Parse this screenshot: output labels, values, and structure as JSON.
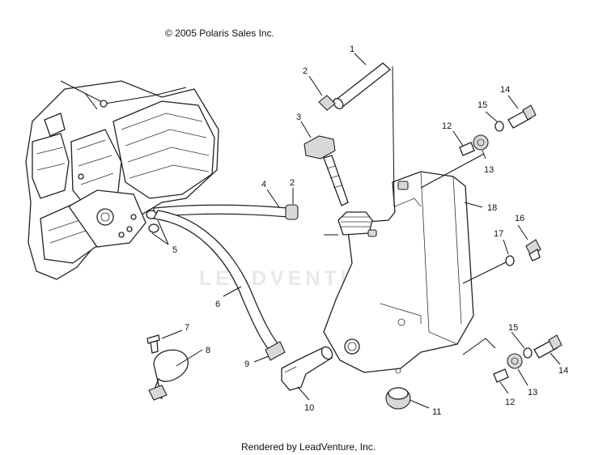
{
  "header": {
    "copyright": "© 2005 Polaris Sales Inc."
  },
  "footer": {
    "rendered_by": "Rendered by LeadVenture, Inc."
  },
  "watermark": {
    "text": "LEADVENTURE"
  },
  "callouts": {
    "c1": "1",
    "c2a": "2",
    "c2b": "2",
    "c3": "3",
    "c4": "4",
    "c5": "5",
    "c6": "6",
    "c7": "7",
    "c8": "8",
    "c9": "9",
    "c10": "10",
    "c11": "11",
    "c12a": "12",
    "c12b": "12",
    "c13a": "13",
    "c13b": "13",
    "c14a": "14",
    "c14b": "14",
    "c15a": "15",
    "c15b": "15",
    "c16": "16",
    "c17": "17",
    "c18": "18"
  }
}
